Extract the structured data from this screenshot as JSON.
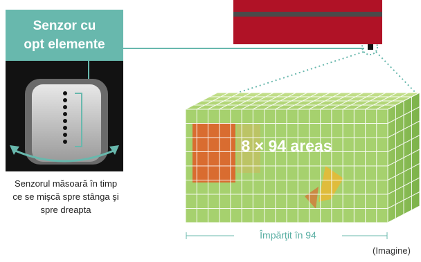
{
  "sensor_label": {
    "line1": "Senzor cu",
    "line2": "opt elemente"
  },
  "sensor_description": {
    "line1": "Senzorul măsoară în timp",
    "line2": "ce se mişcă spre stânga şi",
    "line3": "spre dreapta"
  },
  "grid": {
    "title": "8 × 94 areas",
    "rows": 8,
    "columns": 94,
    "divided_label": "Împărţit în 94"
  },
  "image_note": "(Imagine)",
  "colors": {
    "accent": "#68b8ad",
    "ac_unit": "#b01226",
    "heatmap_green": "#a6d16e",
    "heatmap_hot": "#e25a26",
    "heatmap_warm": "#e9b934"
  }
}
